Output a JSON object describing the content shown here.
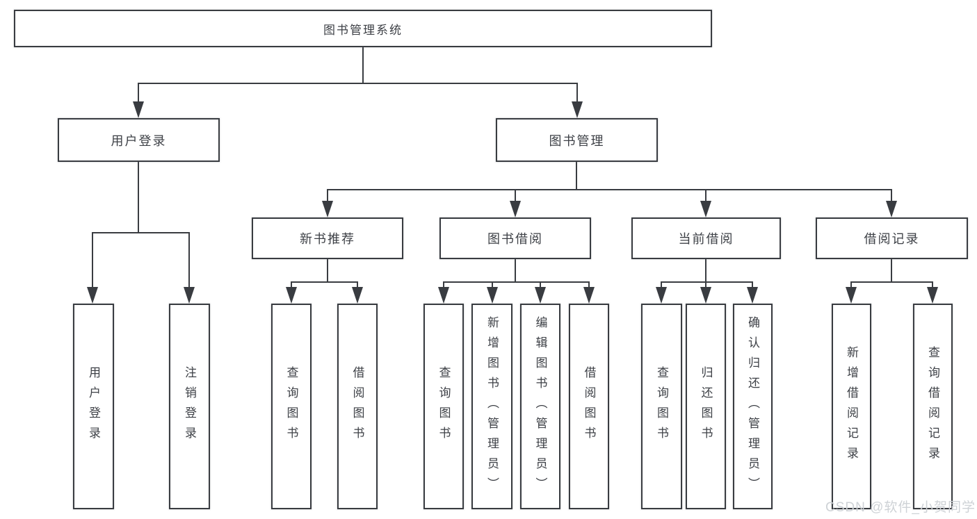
{
  "nodes": {
    "root": {
      "label": "图书管理系统"
    },
    "user_login": {
      "label": "用户登录"
    },
    "book_mgmt": {
      "label": "图书管理"
    },
    "new_book_rec": {
      "label": "新书推荐"
    },
    "book_borrow": {
      "label": "图书借阅"
    },
    "current_borrow": {
      "label": "当前借阅"
    },
    "borrow_records": {
      "label": "借阅记录"
    },
    "leaf_user_login": {
      "label": "用户登录"
    },
    "leaf_logout": {
      "label": "注销登录"
    },
    "leaf_query_book_1": {
      "label": "查询图书"
    },
    "leaf_borrow_book_1": {
      "label": "借阅图书"
    },
    "leaf_query_book_2": {
      "label": "查询图书"
    },
    "leaf_add_book": {
      "label": "新增图书（管理员）"
    },
    "leaf_edit_book": {
      "label": "编辑图书（管理员）"
    },
    "leaf_borrow_book_2": {
      "label": "借阅图书"
    },
    "leaf_query_book_3": {
      "label": "查询图书"
    },
    "leaf_return_book": {
      "label": "归还图书"
    },
    "leaf_confirm_return": {
      "label": "确认归还（管理员）"
    },
    "leaf_add_record": {
      "label": "新增借阅记录"
    },
    "leaf_query_record": {
      "label": "查询借阅记录"
    }
  },
  "watermark": "CSDN @软件_小贺同学",
  "colors": {
    "line": "#393c41",
    "text": "#3d4046",
    "background": "#ffffff",
    "watermark": "#ced2d6"
  }
}
